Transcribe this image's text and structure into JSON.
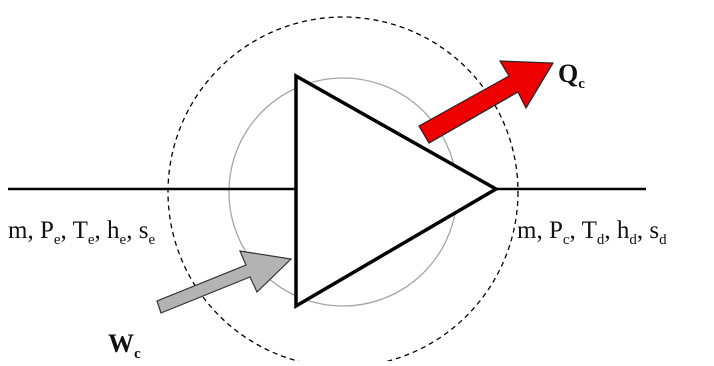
{
  "diagram": {
    "inlet": {
      "mass": "m",
      "P": "P",
      "P_sub": "e",
      "T": "T",
      "T_sub": "e",
      "h": "h",
      "h_sub": "e",
      "s": "s",
      "s_sub": "e"
    },
    "outlet": {
      "mass": "m",
      "P": "P",
      "P_sub": "c",
      "T": "T",
      "T_sub": "d",
      "h": "h",
      "h_sub": "d",
      "s": "s",
      "s_sub": "d"
    },
    "heat": {
      "symbol": "Q",
      "sub": "c"
    },
    "work": {
      "symbol": "W",
      "sub": "c"
    },
    "sep": ", "
  },
  "colors": {
    "heat_arrow": "#ee0000",
    "work_arrow": "#b3b3b3",
    "lines": "#000000",
    "inner_circle": "#a6a6a6"
  }
}
